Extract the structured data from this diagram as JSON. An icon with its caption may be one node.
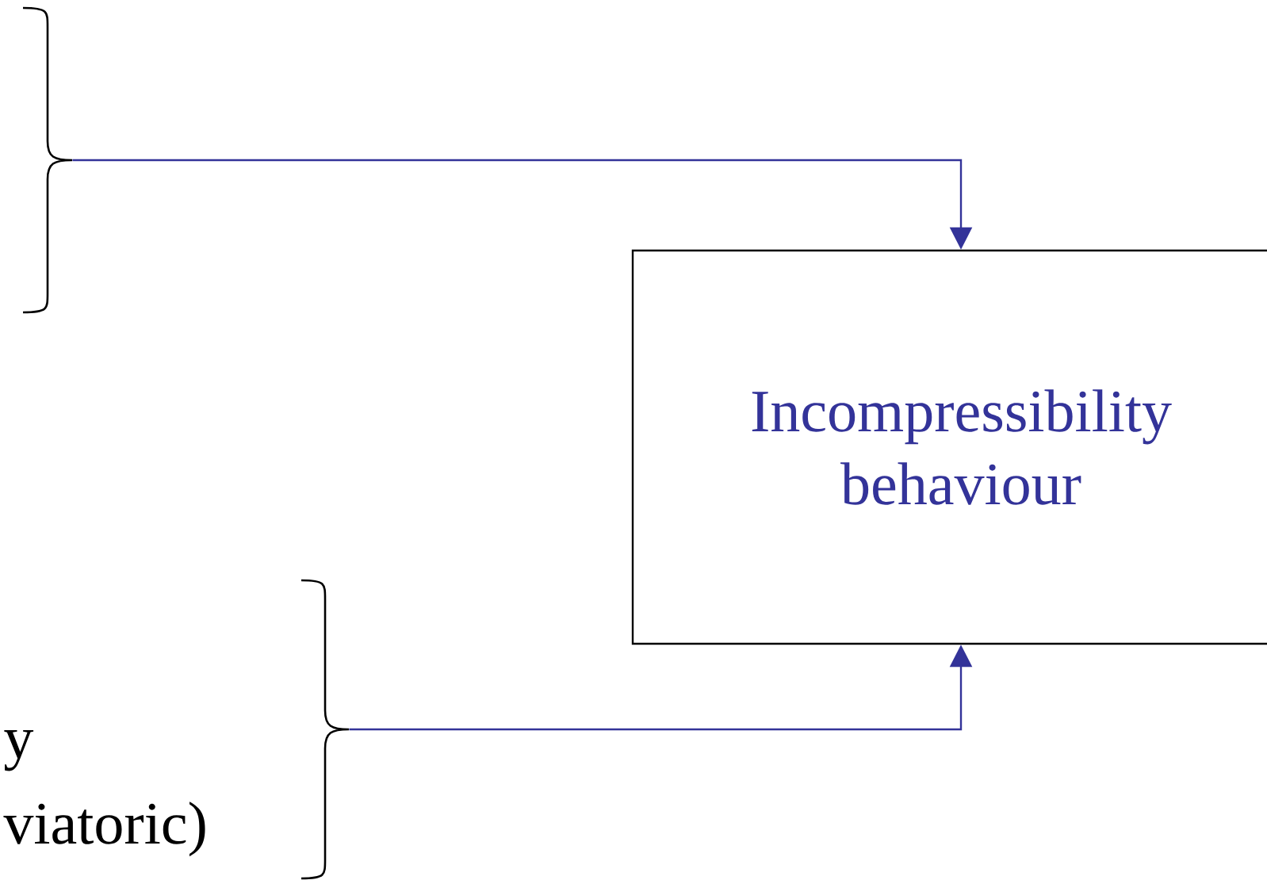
{
  "diagram": {
    "nodes": [
      {
        "text": [],
        "shape": "brace"
      },
      {
        "text": [
          "Incompressibility behaviour"
        ]
      },
      {
        "text": [],
        "shape": "brace"
      }
    ],
    "edges": [
      {
        "from": 0,
        "to": 1,
        "arrow": "to"
      },
      {
        "from": 2,
        "to": 1,
        "arrow": "to"
      }
    ],
    "labels": [
      "y",
      "viatoric)"
    ]
  }
}
